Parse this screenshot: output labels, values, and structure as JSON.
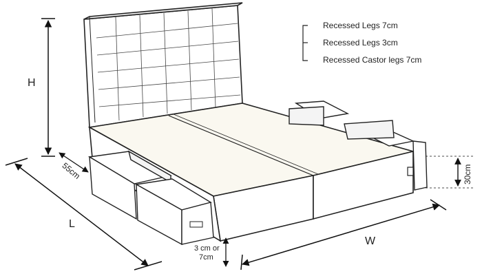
{
  "legend": {
    "items": [
      "Recessed Legs 7cm",
      "Recessed Legs 3cm",
      "Recessed Castor legs 7cm"
    ]
  },
  "dimensions": {
    "height": "H",
    "length": "L",
    "width": "W",
    "drawer_depth": "55cm",
    "base_height": "30cm",
    "leg_line1": "3 cm or",
    "leg_line2": "7cm"
  }
}
